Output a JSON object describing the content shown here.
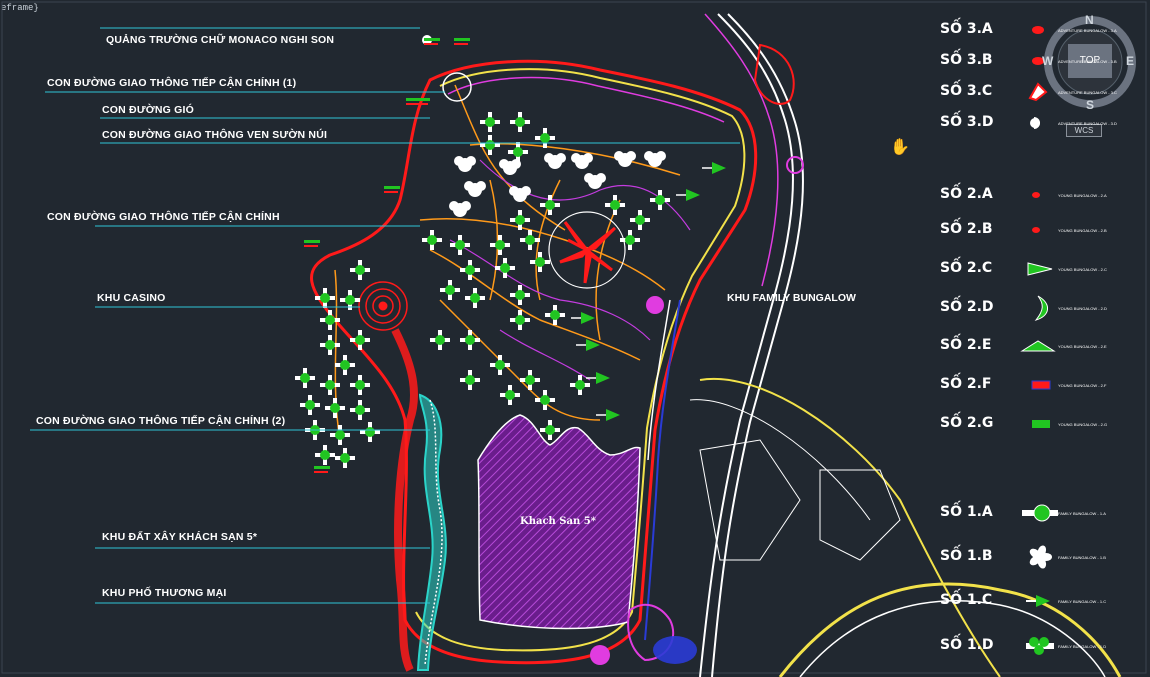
{
  "viewport": {
    "label": "eframe}"
  },
  "callouts": [
    {
      "id": "plaza",
      "text": "QUẢNG TRƯỜNG CHỮ MONACO NGHI SON"
    },
    {
      "id": "main-road-1",
      "text": "CON ĐƯỜNG GIAO THÔNG TIẾP CẬN CHÍNH (1)"
    },
    {
      "id": "wind-road",
      "text": "CON ĐƯỜNG GIÓ"
    },
    {
      "id": "hillside-road",
      "text": "CON ĐƯỜNG GIAO THÔNG VEN SƯỜN NÚI"
    },
    {
      "id": "main-road",
      "text": "CON ĐƯỜNG GIAO THÔNG TIẾP CẬN CHÍNH"
    },
    {
      "id": "casino",
      "text": "KHU CASINO"
    },
    {
      "id": "main-road-2",
      "text": "CON ĐƯỜNG GIAO THÔNG TIẾP CẬN CHÍNH (2)"
    },
    {
      "id": "hotel-land",
      "text": "KHU ĐẤT XÂY KHÁCH SẠN  5*"
    },
    {
      "id": "commercial",
      "text": "KHU PHỐ THƯƠNG MẠI"
    }
  ],
  "zones": {
    "family_bungalow": "KHU FAMILY BUNGALOW",
    "hotel": "Khach San 5*"
  },
  "legend": [
    {
      "id": "SỐ 3.A",
      "desc": "ADVENTURE BUNGALOW - 3.A",
      "symbol": "red-oval",
      "color": "#ff1a1a"
    },
    {
      "id": "SỐ 3.B",
      "desc": "ADVENTURE BUNGALOW - 3.B",
      "symbol": "red-oval",
      "color": "#ff1a1a"
    },
    {
      "id": "SỐ 3.C",
      "desc": "ADVENTURE BUNGALOW - 3.C",
      "symbol": "red-white-kite",
      "color": "#ff1a1a"
    },
    {
      "id": "SỐ 3.D",
      "desc": "ADVENTURE BUNGALOW - 3.D",
      "symbol": "white-half-circle",
      "color": "#ffffff"
    },
    {
      "id": "SỐ 2.A",
      "desc": "YOUNG BUNGALOW - 2.A",
      "symbol": "red-dot",
      "color": "#ff1a1a"
    },
    {
      "id": "SỐ 2.B",
      "desc": "YOUNG BUNGALOW - 2.B",
      "symbol": "red-dot",
      "color": "#ff1a1a"
    },
    {
      "id": "SỐ 2.C",
      "desc": "YOUNG BUNGALOW - 2.C",
      "symbol": "green-triangle",
      "color": "#21c521"
    },
    {
      "id": "SỐ 2.D",
      "desc": "YOUNG BUNGALOW - 2.D",
      "symbol": "green-crescent",
      "color": "#21c521"
    },
    {
      "id": "SỐ 2.E",
      "desc": "YOUNG BUNGALOW - 2.E",
      "symbol": "green-wedge",
      "color": "#21c521"
    },
    {
      "id": "SỐ 2.F",
      "desc": "YOUNG BUNGALOW - 2.F",
      "symbol": "red-box",
      "color": "#ff1a1a"
    },
    {
      "id": "SỐ 2.G",
      "desc": "YOUNG BUNGALOW - 2.G",
      "symbol": "green-box",
      "color": "#21c521"
    },
    {
      "id": "SỐ 1.A",
      "desc": "FAMILY BUNGALOW - 1.A",
      "symbol": "white-cross",
      "color": "#21c521"
    },
    {
      "id": "SỐ 1.B",
      "desc": "FAMILY BUNGALOW - 1.B",
      "symbol": "white-lotus",
      "color": "#ffffff"
    },
    {
      "id": "SỐ 1.C",
      "desc": "FAMILY BUNGALOW - 1.C",
      "symbol": "green-arrow",
      "color": "#21c521"
    },
    {
      "id": "SỐ 1.D",
      "desc": "FAMILY BUNGALOW - 1.D",
      "symbol": "green-cluster",
      "color": "#21c521"
    }
  ],
  "compass": {
    "n": "N",
    "s": "S",
    "e": "E",
    "w": "W",
    "top": "TOP",
    "wcs": "WCS"
  },
  "colors": {
    "background": "#212830",
    "leader": "#2ec4d6",
    "road_red": "#ff1a1a",
    "road_yellow": "#f2e24a",
    "magenta": "#e03ce0",
    "hotel_fill": "#6a1d8c",
    "water": "#2bd4c9"
  }
}
